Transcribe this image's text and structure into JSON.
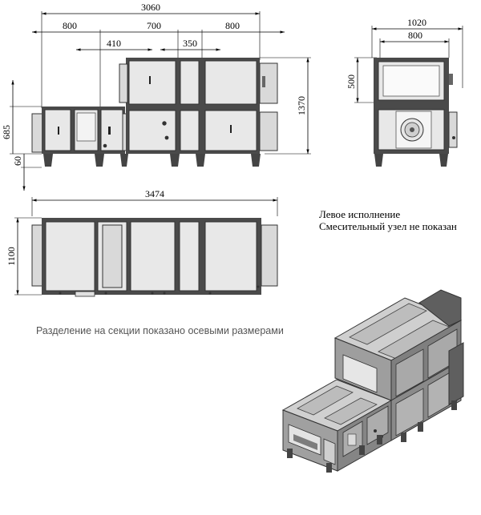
{
  "dimensions": {
    "top_total": "3060",
    "top_sec1": "800",
    "top_sec2": "410",
    "top_sec3": "700",
    "top_sec4": "350",
    "top_sec5": "800",
    "left_height_lower": "685",
    "left_height_legs": "60",
    "right_height_total": "1370",
    "side_width_outer": "1020",
    "side_width_inner": "800",
    "side_height_upper": "500",
    "plan_length": "3474",
    "plan_width": "1100"
  },
  "notes": {
    "line1": "Левое исполнение",
    "line2": "Смесительный узел не показан",
    "sections_note": "Разделение на секции показано осевыми размерами"
  }
}
